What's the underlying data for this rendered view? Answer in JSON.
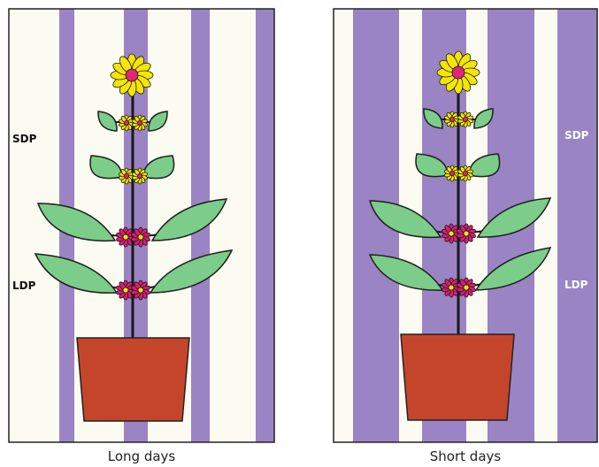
{
  "colors": {
    "light_band": "#fbfbf2",
    "dark_band": "#9b84c4",
    "frame": "#222222",
    "leaf": "#7ccc8a",
    "leaf_outline": "#1e1e1e",
    "stem": "#1a1a1a",
    "pot": "#c5452b",
    "petal_yellow": "#f5e600",
    "center_magenta": "#e0247a",
    "petal_magenta": "#d81d73"
  },
  "panels": [
    {
      "caption": "Long days",
      "labels": {
        "upper": "SDP",
        "lower": "LDP"
      },
      "label_color": "#111111"
    },
    {
      "caption": "Short days",
      "labels": {
        "upper": "SDP",
        "lower": "LDP"
      },
      "label_color": "#ffffff"
    }
  ]
}
